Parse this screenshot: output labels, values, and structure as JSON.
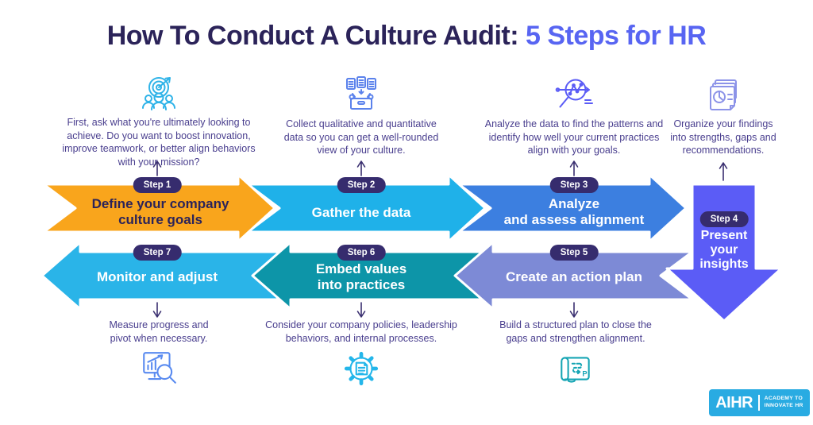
{
  "title": {
    "main": "How To Conduct A Culture Audit: ",
    "accent": "5 Steps for HR"
  },
  "steps": [
    {
      "badge": "Step 1",
      "label": "Define your company\nculture goals",
      "description": "First, ask what you're ultimately looking to\nachieve. Do you want to boost innovation,\nimprove teamwork, or better align behaviors\nwith your mission?",
      "icon": "team-target-icon",
      "color": "#F9A51C",
      "icon_color": "#2FB3E8"
    },
    {
      "badge": "Step 2",
      "label": "Gather the data",
      "description": "Collect qualitative and quantitative\ndata so you can get a well-rounded\nview of your culture.",
      "icon": "data-collection-icon",
      "color": "#1FB1E9",
      "icon_color": "#5B82EC"
    },
    {
      "badge": "Step 3",
      "label": "Analyze\nand assess alignment",
      "description": "Analyze the data to find the patterns and\nidentify how well your current practices\nalign with your goals.",
      "icon": "analysis-magnifier-icon",
      "color": "#3C7FE0",
      "icon_color": "#5B5CF6"
    },
    {
      "badge": "Step 4",
      "label": "Present\nyour\ninsights",
      "description": "Organize your findings\ninto strengths, gaps and\nrecommendations.",
      "icon": "report-pages-icon",
      "color": "#5B5CF6",
      "icon_color": "#8C93E8"
    },
    {
      "badge": "Step 5",
      "label": "Create an action plan",
      "description": "Build a structured plan to close the\ngaps and strengthen alignment.",
      "icon": "action-plan-map-icon",
      "color": "#7D8AD6",
      "icon_color": "#16A5B4",
      "plan_marker": "P"
    },
    {
      "badge": "Step 6",
      "label": "Embed values\ninto practices",
      "description": "Consider your company policies, leadership\nbehaviors, and internal processes.",
      "icon": "gear-document-icon",
      "color": "#0D95A8",
      "icon_color": "#24B6EA"
    },
    {
      "badge": "Step 7",
      "label": "Monitor and adjust",
      "description": "Measure progress and\npivot when necessary.",
      "icon": "monitor-magnifier-icon",
      "color": "#2AB4E8",
      "icon_color": "#5A8BF0"
    }
  ],
  "colors": {
    "background": "#FFFFFF",
    "title": "#2B2359",
    "title_accent": "#5865F2",
    "body_text": "#493E8E",
    "badge": "#362C6E",
    "connector": "#3A2F70",
    "logo_bg": "#29ABE2"
  },
  "logo": {
    "brand": "AIHR",
    "tagline_line1": "ACADEMY TO",
    "tagline_line2": "INNOVATE HR"
  }
}
